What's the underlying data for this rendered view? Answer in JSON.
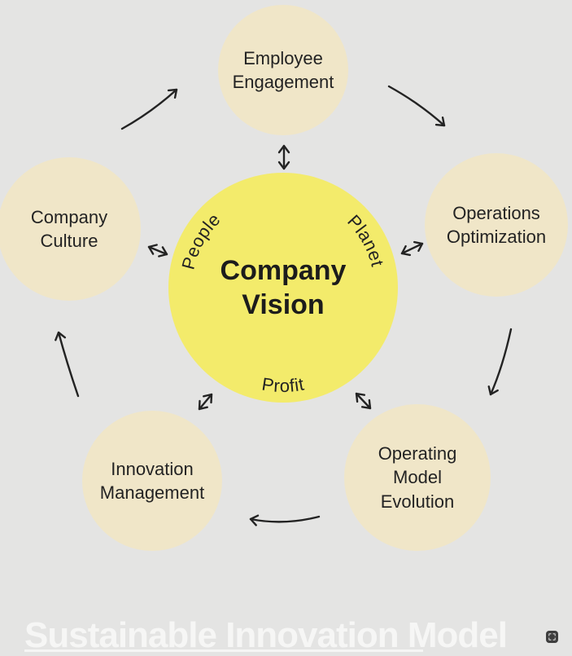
{
  "title": "Sustainable Innovation Model",
  "center": {
    "label": "Company Vision",
    "values": {
      "left": "People",
      "right": "Planet",
      "bottom": "Profit"
    }
  },
  "nodes": [
    {
      "id": "employee-engagement",
      "label": "Employee Engagement"
    },
    {
      "id": "operations-optimization",
      "label": "Operations Optimization"
    },
    {
      "id": "operating-model-evolution",
      "label": "Operating Model Evolution"
    },
    {
      "id": "innovation-management",
      "label": "Innovation Management"
    },
    {
      "id": "company-culture",
      "label": "Company Culture"
    }
  ],
  "connections": {
    "cycle": [
      {
        "from": "company-culture",
        "to": "employee-engagement"
      },
      {
        "from": "employee-engagement",
        "to": "operations-optimization"
      },
      {
        "from": "operations-optimization",
        "to": "operating-model-evolution"
      },
      {
        "from": "operating-model-evolution",
        "to": "innovation-management"
      },
      {
        "from": "innovation-management",
        "to": "company-culture"
      }
    ],
    "hub_spokes": "bidirectional arrows between Company Vision and each node"
  },
  "colors": {
    "background": "#e4e4e3",
    "center_circle": "#f3eb6b",
    "node_circle": "#f0e6c8",
    "ink": "#232323",
    "title_text": "#f6f6f5",
    "watermark_bg": "#3e3e3e"
  }
}
